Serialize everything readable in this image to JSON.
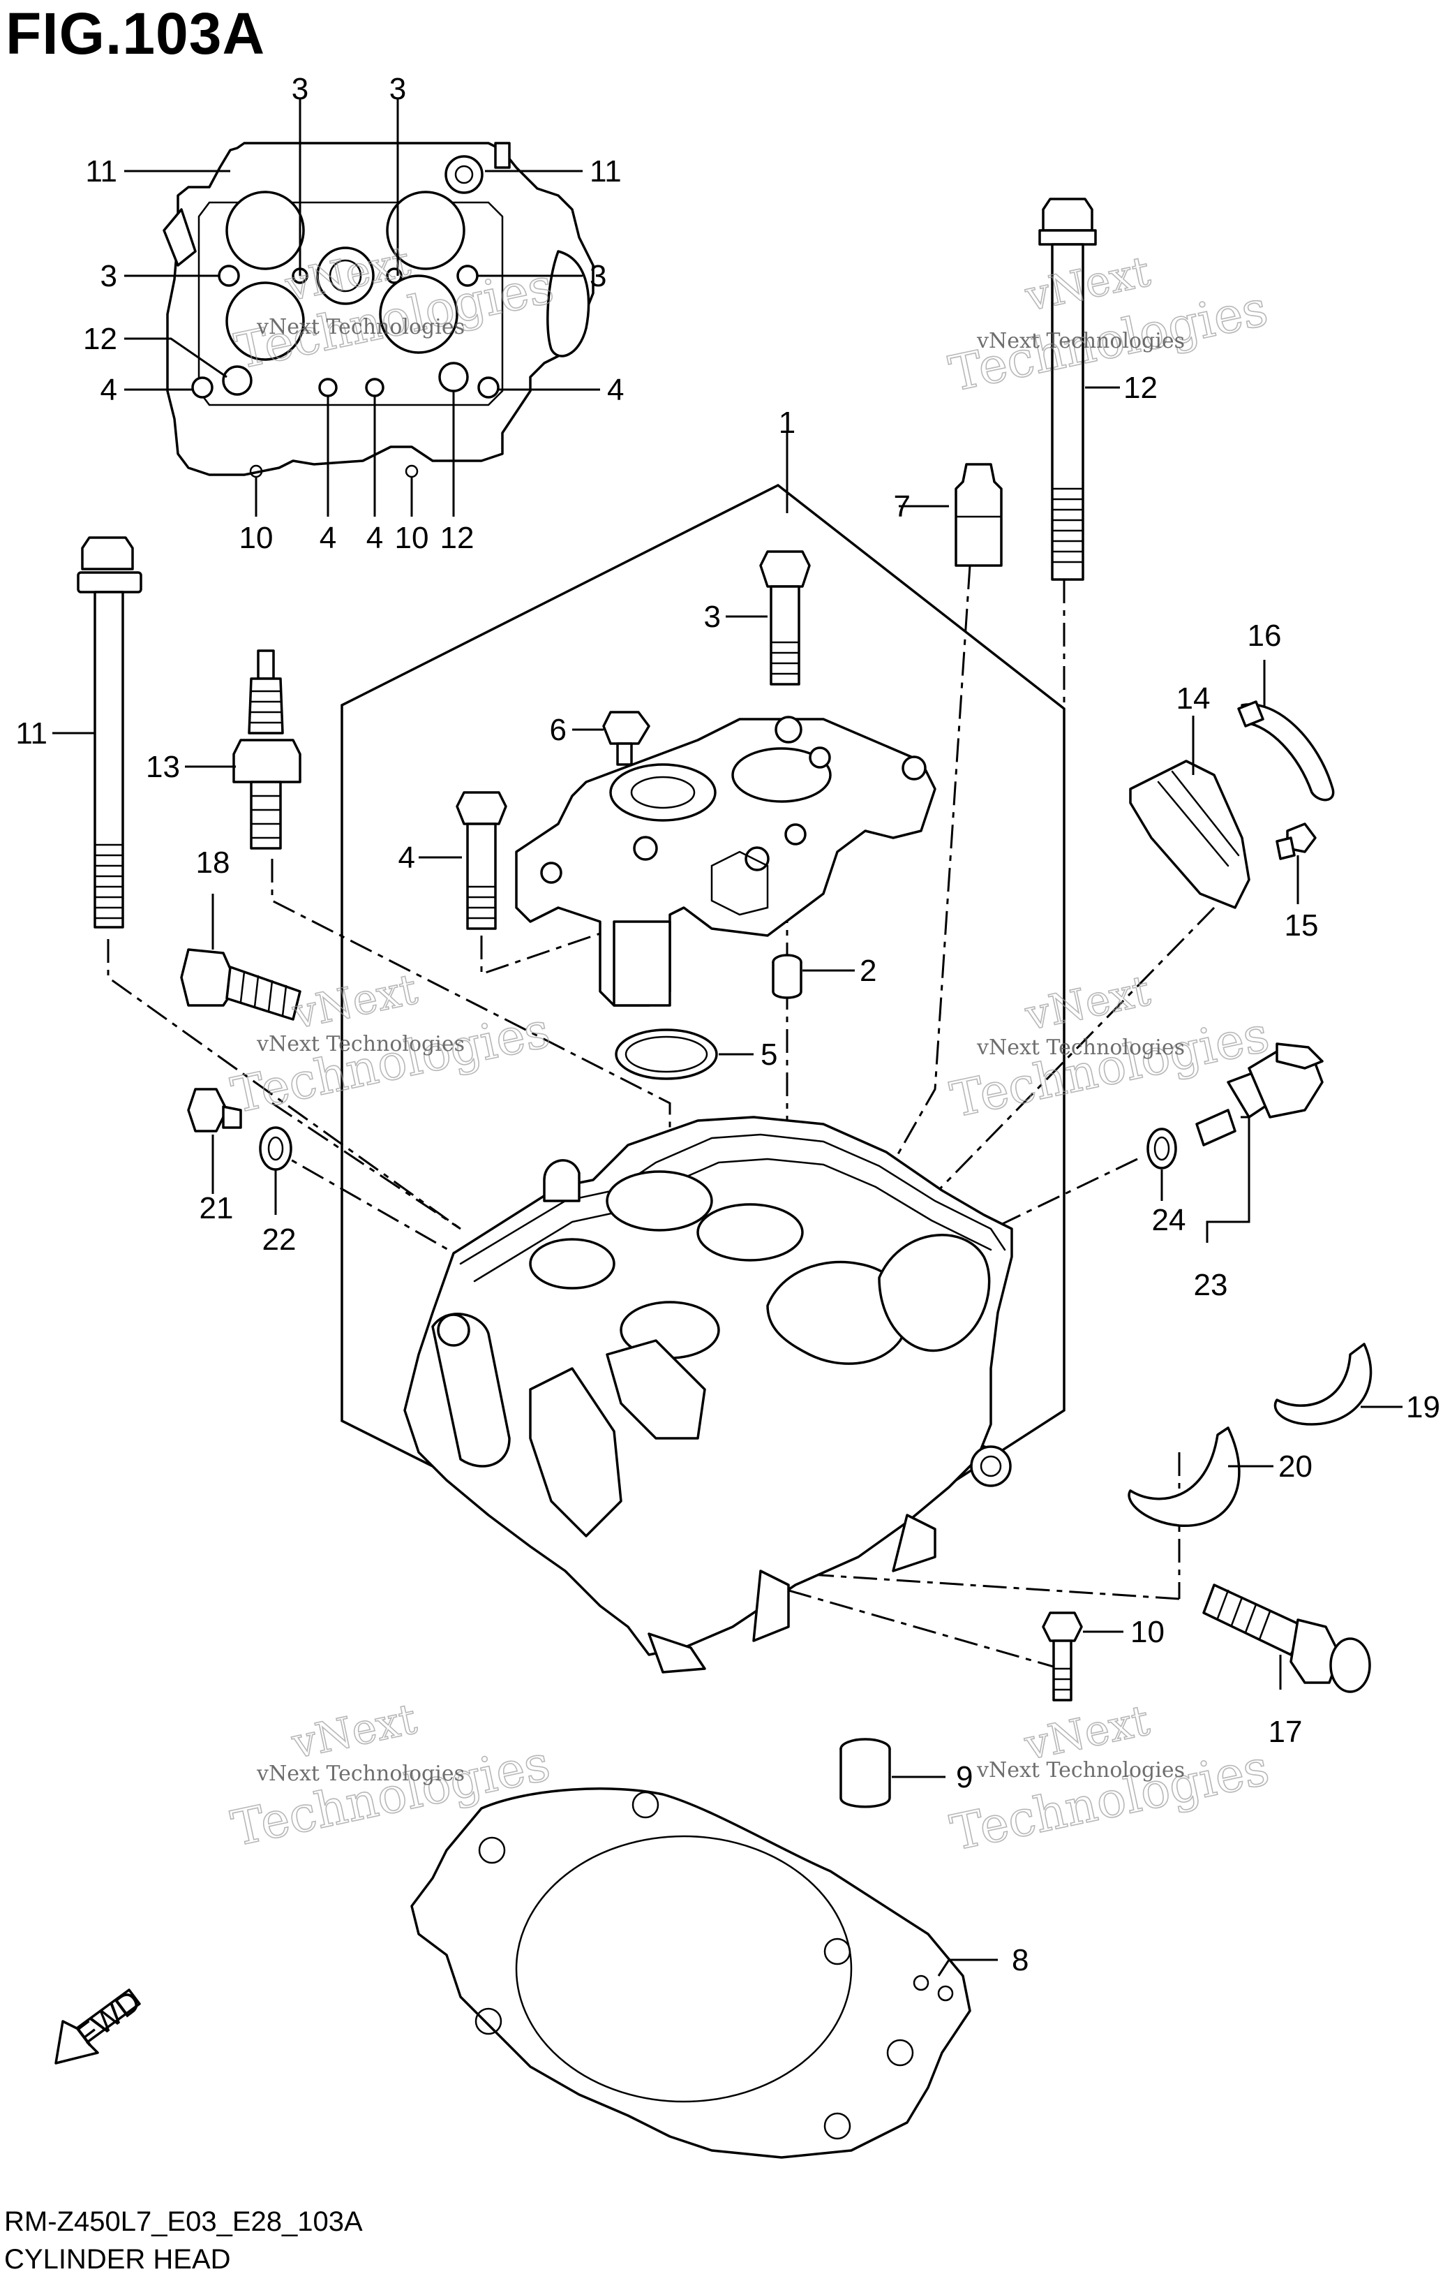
{
  "header": {
    "figure_title": "FIG.103A"
  },
  "footer": {
    "drawing_code": "RM-Z450L7_E03_E28_103A",
    "caption": "CYLINDER HEAD"
  },
  "callouts": [
    {
      "label": "3"
    },
    {
      "label": "3"
    },
    {
      "label": "11"
    },
    {
      "label": "11"
    },
    {
      "label": "3"
    },
    {
      "label": "3"
    },
    {
      "label": "12"
    },
    {
      "label": "4"
    },
    {
      "label": "4"
    },
    {
      "label": "10"
    },
    {
      "label": "4"
    },
    {
      "label": "4"
    },
    {
      "label": "10"
    },
    {
      "label": "12"
    },
    {
      "label": "1"
    },
    {
      "label": "7"
    },
    {
      "label": "12"
    },
    {
      "label": "3"
    },
    {
      "label": "6"
    },
    {
      "label": "4"
    },
    {
      "label": "2"
    },
    {
      "label": "5"
    },
    {
      "label": "11"
    },
    {
      "label": "13"
    },
    {
      "label": "18"
    },
    {
      "label": "21"
    },
    {
      "label": "22"
    },
    {
      "label": "16"
    },
    {
      "label": "14"
    },
    {
      "label": "15"
    },
    {
      "label": "24"
    },
    {
      "label": "23"
    },
    {
      "label": "19"
    },
    {
      "label": "20"
    },
    {
      "label": "10"
    },
    {
      "label": "17"
    },
    {
      "label": "9"
    },
    {
      "label": "8"
    }
  ],
  "watermarks": [
    {
      "line1": "vNext",
      "line2": "Technologies",
      "caption": "vNext Technologies"
    },
    {
      "line1": "vNext",
      "line2": "Technologies",
      "caption": "vNext Technologies"
    },
    {
      "line1": "vNext",
      "line2": "Technologies",
      "caption": "vNext Technologies"
    },
    {
      "line1": "vNext",
      "line2": "Technologies",
      "caption": "vNext Technologies"
    },
    {
      "line1": "vNext",
      "line2": "Technologies",
      "caption": "vNext Technologies"
    },
    {
      "line1": "vNext",
      "line2": "Technologies",
      "caption": "vNext Technologies"
    }
  ],
  "direction_badge": {
    "text": "FWD",
    "icon": "forward-arrow-icon"
  }
}
